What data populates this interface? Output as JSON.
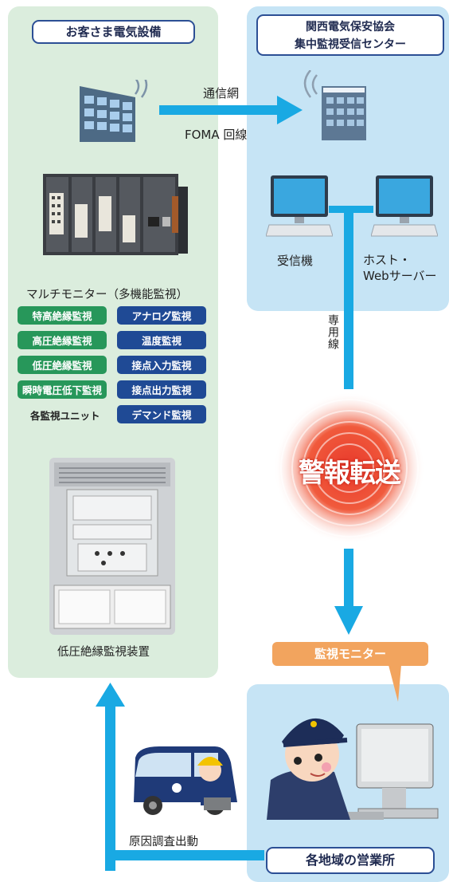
{
  "customer_panel": {
    "title": "お客さま電気設備",
    "multi_monitor_caption": "マルチモニター（多機能監視）",
    "units_caption": "各監視ユニット",
    "modules_left": [
      "特高絶縁監視",
      "高圧絶縁監視",
      "低圧絶縁監視",
      "瞬時電圧低下監視"
    ],
    "modules_right": [
      "アナログ監視",
      "温度監視",
      "接点入力監視",
      "接点出力監視",
      "デマンド監視"
    ],
    "device_caption": "低圧絶縁監視装置"
  },
  "network": {
    "label_top": "通信網",
    "label_bottom": "FOMA 回線"
  },
  "center_panel": {
    "title_line1": "関西電気保安協会",
    "title_line2": "集中監視受信センター",
    "receiver_label": "受信機",
    "host_label_line1": "ホスト・",
    "host_label_line2": "Webサーバー"
  },
  "dedicated_line": "専用線",
  "alarm_text": "警報転送",
  "monitor_tag": "監視モニター",
  "office_label": "各地域の営業所",
  "dispatch_label": "原因調査出動",
  "colors": {
    "green_panel": "#dbeddd",
    "blue_panel": "#c6e4f5",
    "arrow": "#19a9e3",
    "module_green": "#27975a",
    "module_navy": "#1f4a95",
    "alarm_red": "#e8392b",
    "tag_orange": "#f2a45e"
  }
}
